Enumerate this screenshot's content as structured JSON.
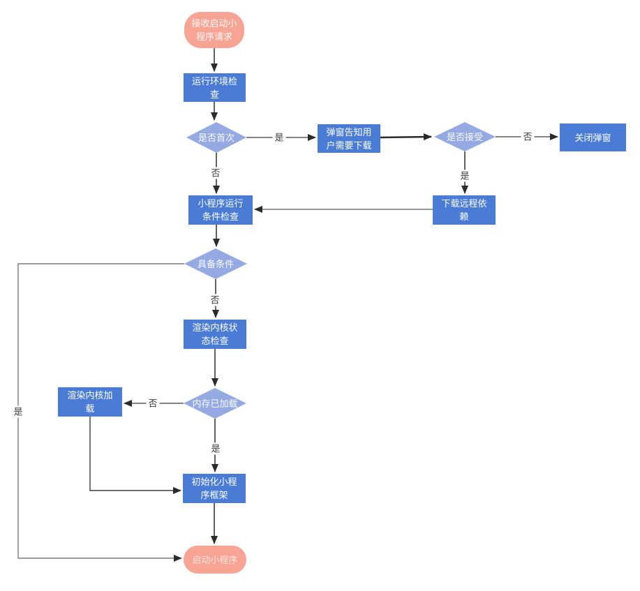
{
  "diagram": {
    "type": "flowchart",
    "language": "zh-CN",
    "palette": {
      "process_fill": "#4A7CD6",
      "decision_fill": "#95A9E2",
      "terminal_fill": "#F8A494",
      "node_text": "#FFFFFF",
      "edge_stroke": "#3a3a3a",
      "edge_stroke_light": "#7a7a7a",
      "arrowhead": "#2b2b2b",
      "edge_label_text": "#3b3b3b",
      "background": "#FFFFFF"
    }
  },
  "nodes": {
    "start": {
      "label": "接收启动小程序请求",
      "shape": "terminal"
    },
    "env_check": {
      "label": "运行环境检查",
      "shape": "process"
    },
    "first_time": {
      "label": "是否首次",
      "shape": "decision"
    },
    "popup_inform": {
      "label": "弹窗告知用户需要下载",
      "shape": "process"
    },
    "accept": {
      "label": "是否接受",
      "shape": "decision"
    },
    "close_popup": {
      "label": "关闭弹窗",
      "shape": "process"
    },
    "download_deps": {
      "label": "下载远程依赖",
      "shape": "process"
    },
    "run_condition": {
      "label": "小程序运行条件检查",
      "shape": "process"
    },
    "condition_met": {
      "label": "具备条件",
      "shape": "decision"
    },
    "render_kernel_check": {
      "label": "渲染内核状态检查",
      "shape": "process"
    },
    "memory_loaded": {
      "label": "内存已加载",
      "shape": "decision"
    },
    "render_kernel_load": {
      "label": "渲染内核加载",
      "shape": "process"
    },
    "init_framework": {
      "label": "初始化小程序框架",
      "shape": "process"
    },
    "launch": {
      "label": "启动小程序",
      "shape": "terminal"
    }
  },
  "edge_labels": {
    "first_time_yes": "是",
    "first_time_no": "否",
    "accept_no": "否",
    "accept_yes": "是",
    "condition_met_no": "否",
    "condition_met_yes": "是",
    "memory_loaded_no": "否",
    "memory_loaded_yes": "是"
  }
}
